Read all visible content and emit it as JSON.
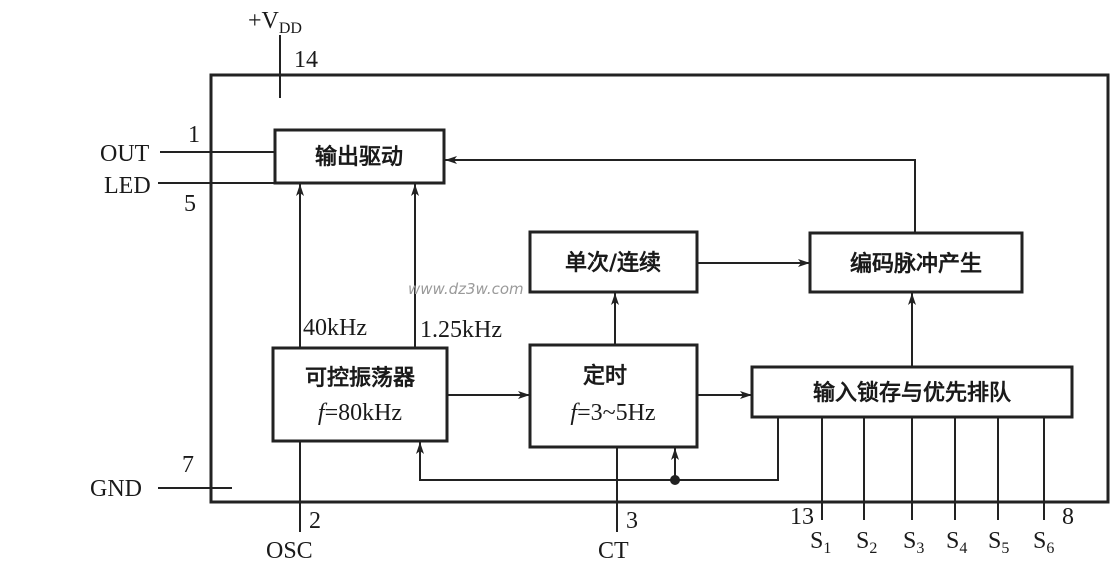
{
  "pins": {
    "vdd": {
      "label": "+V",
      "sub": "DD",
      "num": "14"
    },
    "out": {
      "label": "OUT",
      "num": "1"
    },
    "led": {
      "label": "LED",
      "num": "5"
    },
    "gnd": {
      "label": "GND",
      "num": "7"
    },
    "osc": {
      "label": "OSC",
      "num": "2"
    },
    "ct": {
      "label": "CT",
      "num": "3"
    },
    "s_first_num": "13",
    "s_last_num": "8",
    "inputs": [
      {
        "label": "S",
        "sub": "1"
      },
      {
        "label": "S",
        "sub": "2"
      },
      {
        "label": "S",
        "sub": "3"
      },
      {
        "label": "S",
        "sub": "4"
      },
      {
        "label": "S",
        "sub": "5"
      },
      {
        "label": "S",
        "sub": "6"
      }
    ]
  },
  "blocks": {
    "output_driver": "输出驱动",
    "oscillator": {
      "title": "可控振荡器",
      "freq_f": "f",
      "freq_val": "=80kHz"
    },
    "timer": {
      "title": "定时",
      "freq_f": "f",
      "freq_val": "=3~5Hz"
    },
    "single_continuous": "单次/连续",
    "code_pulse": "编码脉冲产生",
    "input_latch": "输入锁存与优先排队"
  },
  "signals": {
    "f40": "40kHz",
    "f125": "1.25kHz"
  },
  "watermark": "www.dz3w.com"
}
